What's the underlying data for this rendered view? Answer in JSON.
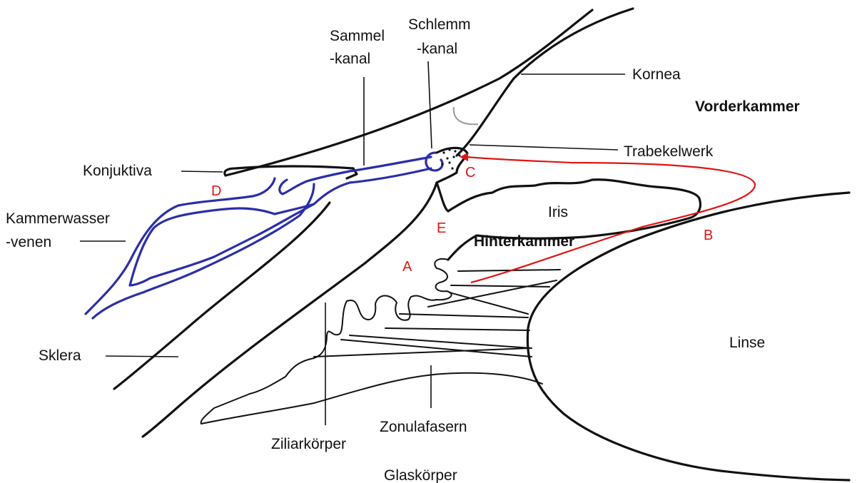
{
  "labels": {
    "kornea": "Kornea",
    "vorderkammer": "Vorderkammer",
    "schlemm_1": "Schlemm",
    "schlemm_2": "-kanal",
    "sammel_1": "Sammel",
    "sammel_2": "-kanal",
    "trabekelwerk": "Trabekelwerk",
    "konjuktiva": "Konjuktiva",
    "kammerwasser_1": "Kammerwasser",
    "kammerwasser_2": "-venen",
    "iris": "Iris",
    "hinterkammer": "Hinterkammer",
    "linse": "Linse",
    "sklera": "Sklera",
    "zonulafasern": "Zonulafasern",
    "ziliarkoerper": "Ziliarkörper",
    "glaskoerper": "Glaskörper"
  },
  "markers": {
    "a": "A",
    "b": "B",
    "c": "C",
    "d": "D",
    "e": "E"
  },
  "colors": {
    "ink": "#111111",
    "vessels": "#2b2ea8",
    "flow_path": "#e01414",
    "markers": "#e01414"
  }
}
